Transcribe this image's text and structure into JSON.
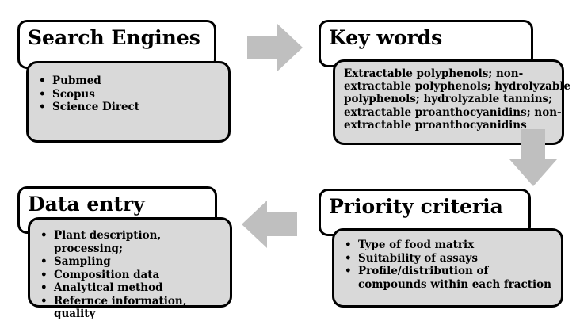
{
  "search_engines": {
    "title": "Search Engines",
    "items": [
      "Pubmed",
      "Scopus",
      "Science Direct"
    ]
  },
  "key_words": {
    "title": "Key words",
    "lines": [
      "Extractable polyphenols; non-",
      "extractable polyphenols; hydrolyzable",
      "polyphenols; hydrolyzable tannins;",
      "extractable proanthocyanidins; non-",
      "extractable proanthocyanidins"
    ]
  },
  "priority_criteria": {
    "title": "Priority criteria",
    "items": [
      "Type of food matrix",
      "Suitability of assays",
      "Profile/distribution of compounds within each fraction"
    ]
  },
  "data_entry": {
    "title": "Data entry",
    "items": [
      "Plant description, processing;",
      "Sampling",
      "Composition data",
      "Analytical method",
      "Refernce information, quality"
    ]
  },
  "colors": {
    "body_fill": "#d9d9d9",
    "arrow_fill": "#bfbfbf",
    "border": "#000000"
  }
}
